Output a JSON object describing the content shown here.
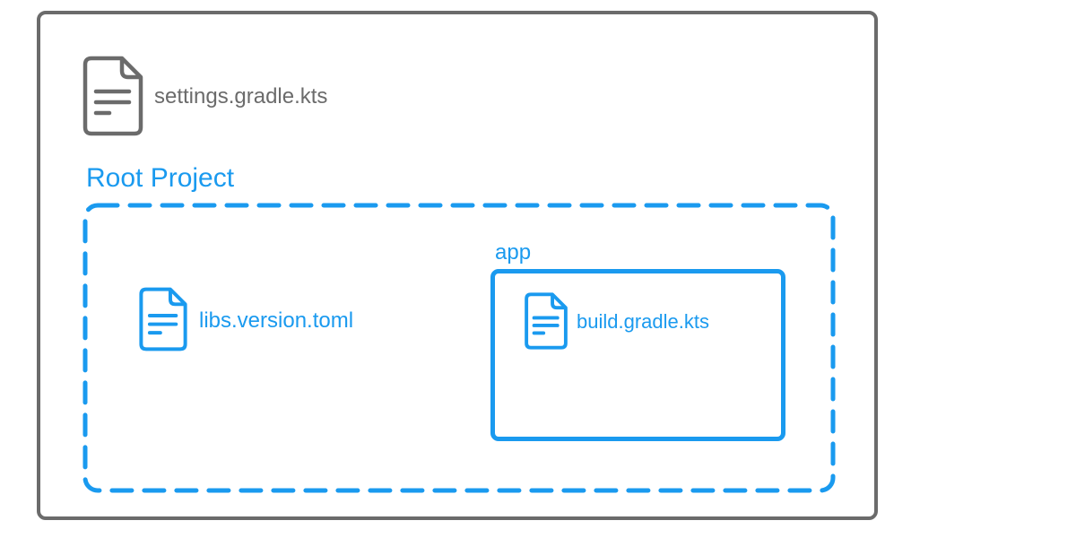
{
  "diagram": {
    "settings_file": {
      "label": "settings.gradle.kts",
      "icon": "document-icon"
    },
    "root_project": {
      "title": "Root Project",
      "libs_file": {
        "label": "libs.version.toml",
        "icon": "document-icon"
      },
      "app_module": {
        "title": "app",
        "build_file": {
          "label": "build.gradle.kts",
          "icon": "document-icon"
        }
      }
    }
  },
  "colors": {
    "gray": "#6b6b6b",
    "blue": "#1a9aef",
    "background": "#ffffff"
  }
}
